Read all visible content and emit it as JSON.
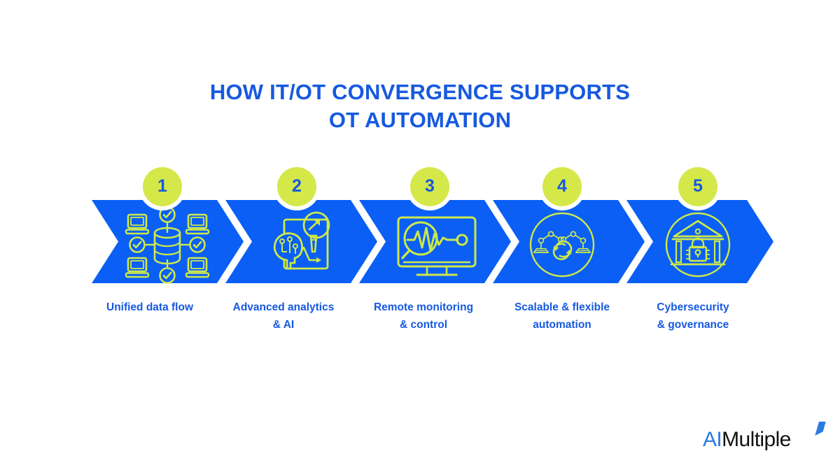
{
  "title": {
    "line1": "HOW IT/OT CONVERGENCE SUPPORTS",
    "line2": "OT AUTOMATION"
  },
  "colors": {
    "chevron_blue": "#0B5FF5",
    "badge_lime": "#D5E84A",
    "text_blue": "#1659E0",
    "icon_lime": "#CDE84A",
    "background": "#FFFFFF",
    "logo_blue": "#2B7BE4",
    "logo_black": "#111111"
  },
  "steps": [
    {
      "number": "1",
      "label": "Unified data flow",
      "icon": "database-network-icon"
    },
    {
      "number": "2",
      "label": "Advanced analytics\n& AI",
      "icon": "ai-brain-analytics-icon"
    },
    {
      "number": "3",
      "label": "Remote monitoring\n& control",
      "icon": "monitor-pulse-magnifier-icon"
    },
    {
      "number": "4",
      "label": "Scalable & flexible\nautomation",
      "icon": "robot-arms-sync-icon"
    },
    {
      "number": "5",
      "label": "Cybersecurity\n& governance",
      "icon": "bank-padlock-icon"
    }
  ],
  "logo": {
    "part1": "AI",
    "part2": "Multiple"
  }
}
